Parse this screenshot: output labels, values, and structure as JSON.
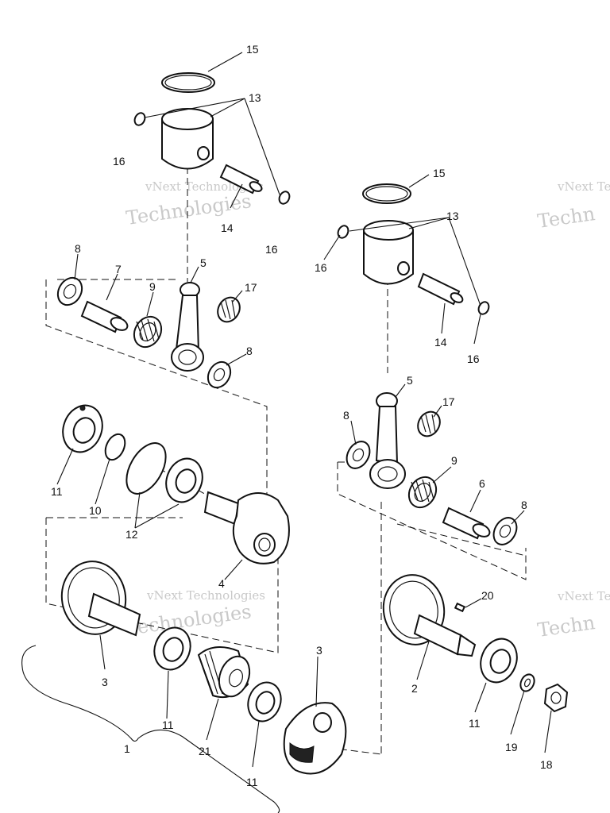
{
  "watermark": {
    "line1": "vNext Technologies",
    "line2": "Technologies",
    "partial_line1": "vNext Te",
    "partial_line2": "Techn"
  },
  "callouts": {
    "c1": "1",
    "c2": "2",
    "c3a": "3",
    "c3b": "3",
    "c4": "4",
    "c5a": "5",
    "c5b": "5",
    "c6": "6",
    "c7": "7",
    "c8a": "8",
    "c8b": "8",
    "c8c": "8",
    "c8d": "8",
    "c9a": "9",
    "c9b": "9",
    "c10": "10",
    "c11a": "11",
    "c11b": "11",
    "c11c": "11",
    "c11d": "11",
    "c12": "12",
    "c13a": "13",
    "c13b": "13",
    "c14a": "14",
    "c14b": "14",
    "c15a": "15",
    "c15b": "15",
    "c16a": "16",
    "c16b": "16",
    "c16c": "16",
    "c16d": "16",
    "c17a": "17",
    "c17b": "17",
    "c18": "18",
    "c19": "19",
    "c20": "20",
    "c21": "21"
  },
  "colors": {
    "line": "#111111",
    "watermark": "#c9c9c9",
    "background": "#ffffff"
  }
}
